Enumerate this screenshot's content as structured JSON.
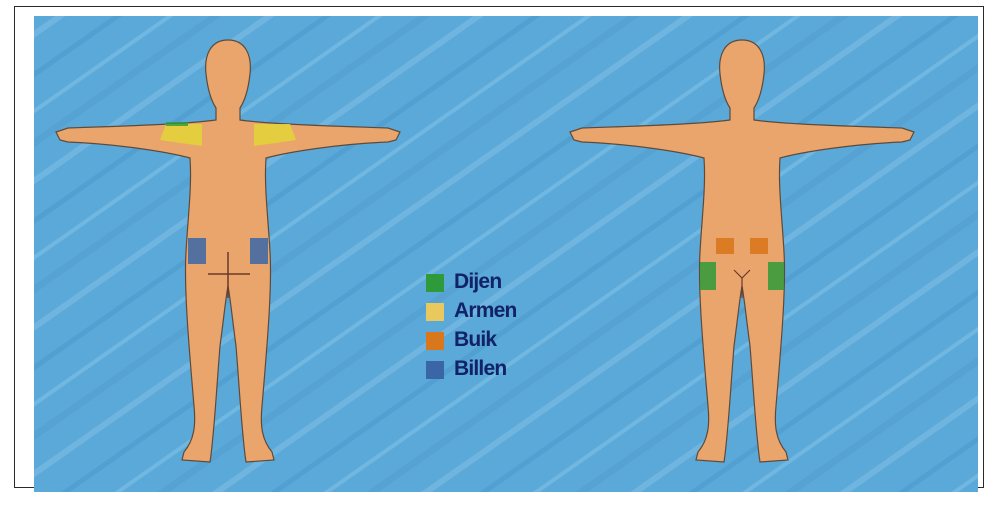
{
  "legend": {
    "items": [
      {
        "key": "dijen",
        "label": "Dijen",
        "color": "#2f9a3a"
      },
      {
        "key": "armen",
        "label": "Armen",
        "color": "#e9c85e"
      },
      {
        "key": "buik",
        "label": "Buik",
        "color": "#d9771c"
      },
      {
        "key": "billen",
        "label": "Billen",
        "color": "#3a66a8"
      }
    ]
  },
  "figures": [
    {
      "view": "back",
      "regions": [
        "armen",
        "billen"
      ]
    },
    {
      "view": "front",
      "regions": [
        "buik",
        "dijen"
      ]
    }
  ],
  "colors": {
    "background": "#5ba9d8",
    "skin": "#eaa56c",
    "outline": "#5f4a3a"
  }
}
